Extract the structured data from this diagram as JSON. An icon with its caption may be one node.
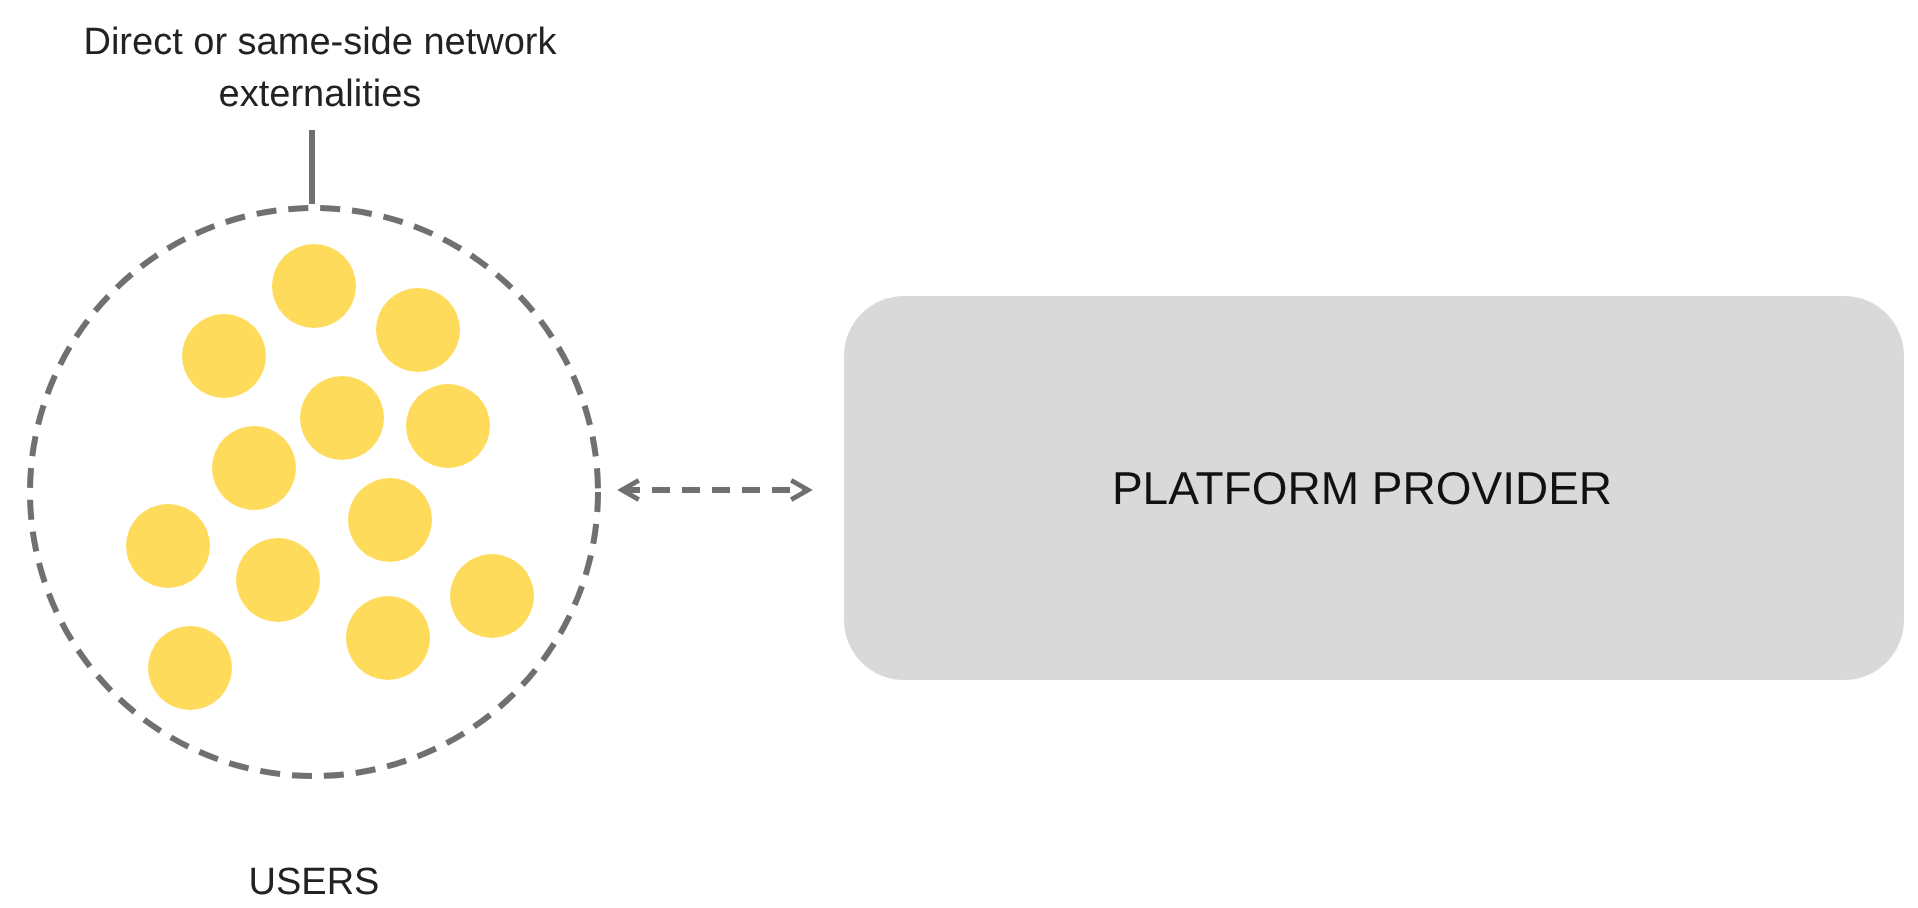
{
  "diagram": {
    "nodes": [
      {
        "text": [
          "Direct or same-side network externalities"
        ]
      },
      {
        "text": [
          "USERS"
        ]
      },
      {
        "text": [
          "PLATFORM PROVIDER"
        ]
      }
    ],
    "edges": [
      {
        "from": 0,
        "to": 1,
        "arrow": "none"
      },
      {
        "from": 1,
        "to": 2,
        "arrow": "both",
        "style": "dashed"
      }
    ]
  }
}
